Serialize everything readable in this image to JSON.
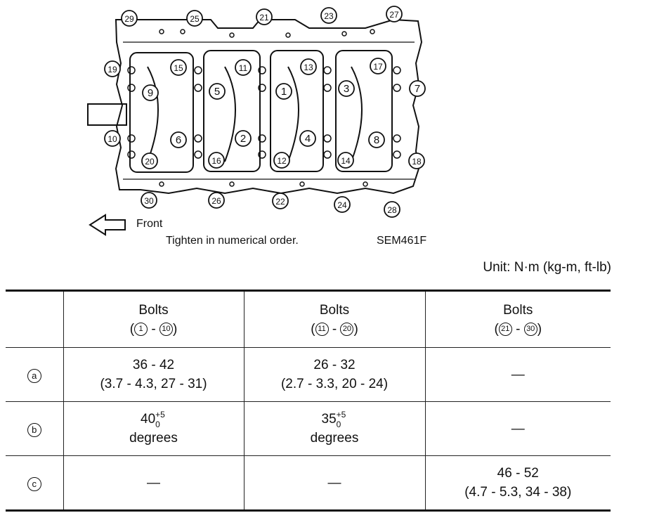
{
  "diagram": {
    "bolt_labels": [
      "1",
      "2",
      "3",
      "4",
      "5",
      "6",
      "7",
      "8",
      "9",
      "10",
      "11",
      "12",
      "13",
      "14",
      "15",
      "16",
      "17",
      "18",
      "19",
      "20",
      "21",
      "22",
      "23",
      "24",
      "25",
      "26",
      "27",
      "28",
      "29",
      "30"
    ],
    "front_label": "Front",
    "caption": "Tighten in numerical order.",
    "ref_code": "SEM461F"
  },
  "unit": "Unit: N·m (kg-m, ft-lb)",
  "table": {
    "headers": [
      {
        "line1": "Bolts",
        "from": "1",
        "to": "10"
      },
      {
        "line1": "Bolts",
        "from": "11",
        "to": "20"
      },
      {
        "line1": "Bolts",
        "from": "21",
        "to": "30"
      }
    ],
    "rows": [
      {
        "label": "a",
        "cells": [
          {
            "line1": "36 - 42",
            "line2": "(3.7 - 4.3, 27 - 31)"
          },
          {
            "line1": "26 - 32",
            "line2": "(2.7 - 3.3, 20 - 24)"
          },
          {
            "line1": "—",
            "line2": ""
          }
        ]
      },
      {
        "label": "b",
        "cells": [
          {
            "base": "40",
            "tol_up": "+5",
            "tol_dn": "0",
            "line2": "degrees"
          },
          {
            "base": "35",
            "tol_up": "+5",
            "tol_dn": "0",
            "line2": "degrees"
          },
          {
            "line1": "—",
            "line2": ""
          }
        ]
      },
      {
        "label": "c",
        "cells": [
          {
            "line1": "—",
            "line2": ""
          },
          {
            "line1": "—",
            "line2": ""
          },
          {
            "line1": "46 - 52",
            "line2": "(4.7 - 5.3, 34 - 38)"
          }
        ]
      }
    ]
  }
}
